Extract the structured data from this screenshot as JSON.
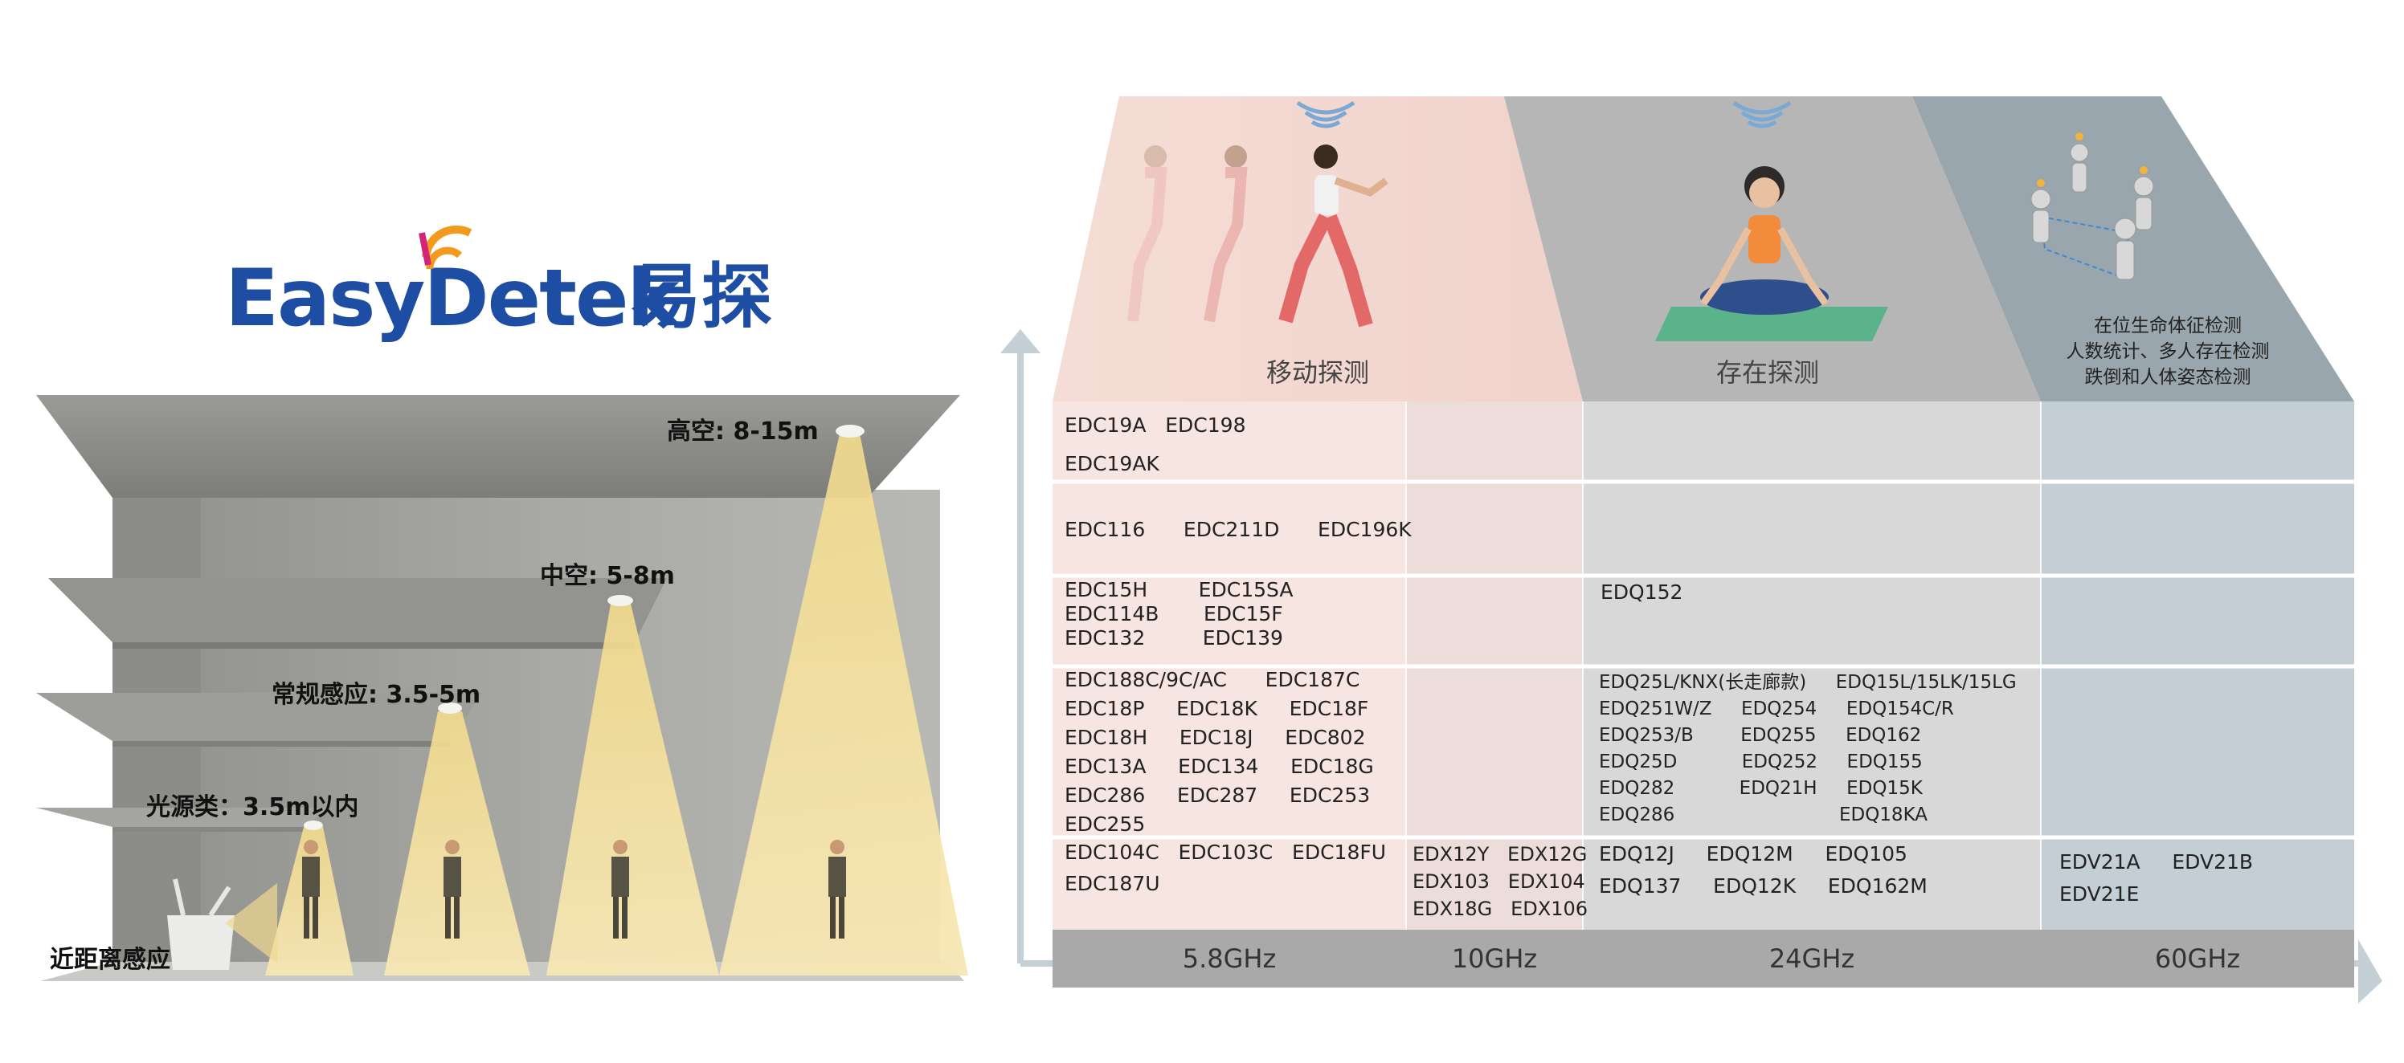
{
  "brand": {
    "name_en": "EasyDetek",
    "name_cn": "易探"
  },
  "colors": {
    "brand_blue": "#1d4ea3",
    "accent_orange": "#f39a1e",
    "accent_magenta": "#d6237a",
    "beam": "#f1d98e"
  },
  "levels": [
    {
      "label": "高空: 8-15m"
    },
    {
      "label": "中空: 5-8m"
    },
    {
      "label": "常规感应: 3.5-5m"
    },
    {
      "label": "光源类：3.5m以内"
    },
    {
      "label": "近距离感应"
    }
  ],
  "categories": [
    {
      "label": "移动探测"
    },
    {
      "label": "存在探测"
    },
    {
      "label": "在位生命体征检测\n人数统计、多人存在检测\n跌倒和人体姿态检测"
    }
  ],
  "frequencies": [
    "5.8GHz",
    "10GHz",
    "24GHz",
    "60GHz"
  ],
  "grid": [
    [
      "EDC19A   EDC198\n\nEDC19AK",
      "",
      "",
      ""
    ],
    [
      "EDC116      EDC211D      EDC196K",
      "",
      "",
      ""
    ],
    [
      "EDC15H        EDC15SA\nEDC114B       EDC15F\nEDC132         EDC139",
      "",
      "EDQ152",
      ""
    ],
    [
      "EDC188C/9C/AC      EDC187C\nEDC18P     EDC18K     EDC18F\nEDC18H     EDC18J     EDC802\nEDC13A     EDC134     EDC18G\nEDC286     EDC287     EDC253\nEDC255",
      "",
      "EDQ25L/KNX(长走廊款)     EDQ15L/15LK/15LG\nEDQ251W/Z     EDQ254     EDQ154C/R\nEDQ253/B        EDQ255     EDQ162\nEDQ25D           EDQ252     EDQ155\nEDQ282           EDQ21H     EDQ15K\nEDQ286                            EDQ18KA",
      ""
    ],
    [
      "EDC104C   EDC103C   EDC18FU\nEDC187U",
      "EDX12Y   EDX12G\nEDX103   EDX104\nEDX18G   EDX106",
      "EDQ12J     EDQ12M     EDQ105\nEDQ137     EDQ12K     EDQ162M",
      "EDV21A     EDV21B\nEDV21E"
    ]
  ]
}
